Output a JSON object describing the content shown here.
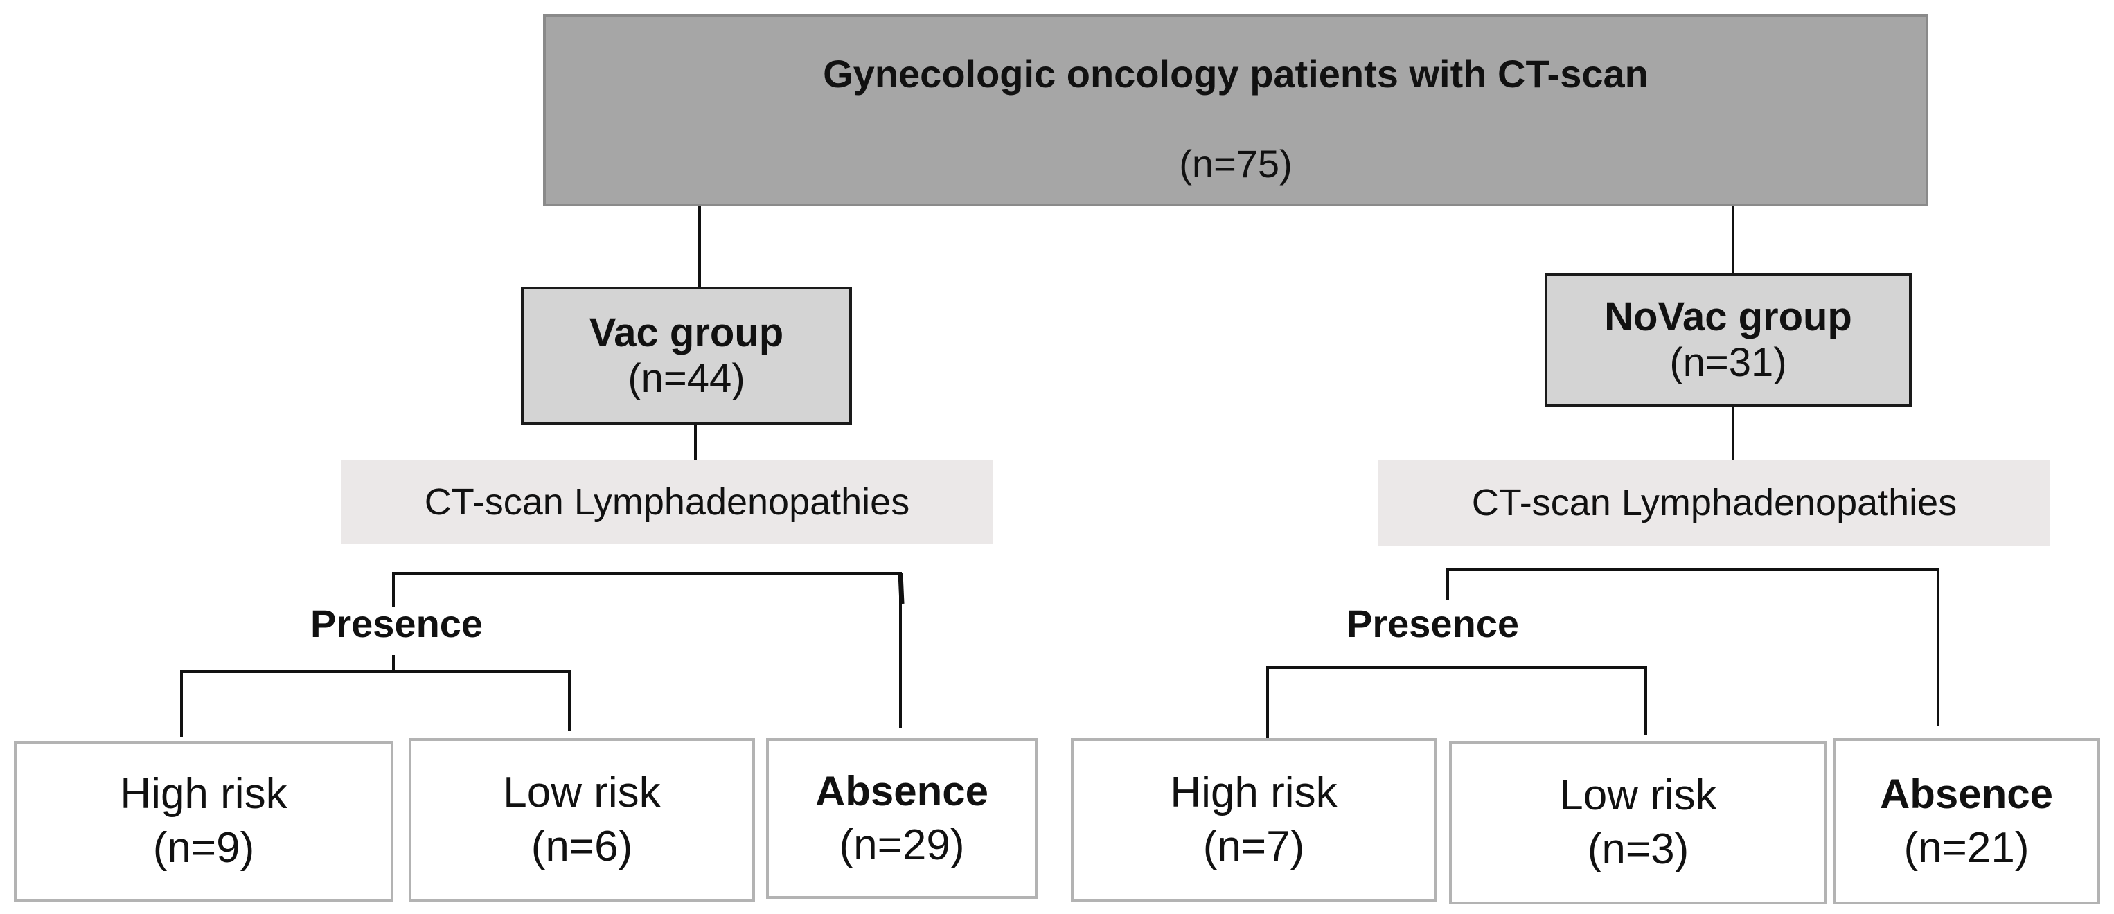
{
  "root": {
    "title": "Gynecologic oncology patients with CT-scan",
    "n": "(n=75)"
  },
  "groups": [
    {
      "title": "Vac group",
      "n": "(n=44)",
      "ct_label": "CT-scan Lymphadenopathies",
      "presence_label": "Presence",
      "leaves": [
        {
          "label": "High risk",
          "n": "(n=9)"
        },
        {
          "label": "Low risk",
          "n": "(n=6)"
        },
        {
          "label": "Absence",
          "n": "(n=29)"
        }
      ]
    },
    {
      "title": "NoVac group",
      "n": "(n=31)",
      "ct_label": "CT-scan Lymphadenopathies",
      "presence_label": "Presence",
      "leaves": [
        {
          "label": "High risk",
          "n": "(n=7)"
        },
        {
          "label": "Low risk",
          "n": "(n=3)"
        },
        {
          "label": "Absence",
          "n": "(n=21)"
        }
      ]
    }
  ]
}
